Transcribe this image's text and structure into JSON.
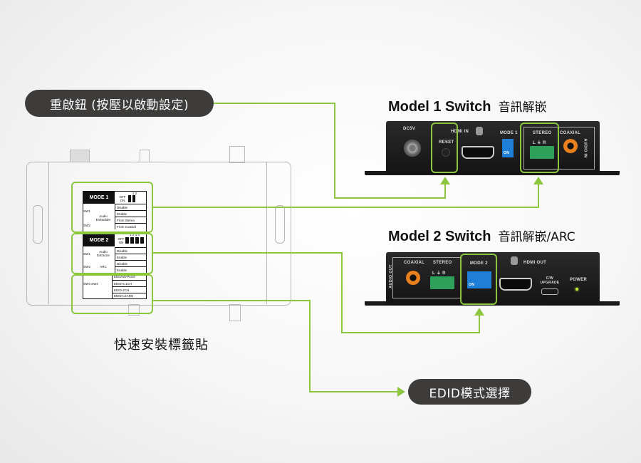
{
  "callouts": {
    "reset": "重啟鈕 (按壓以啟動設定)",
    "edid": "EDID模式選擇"
  },
  "caption": "快速安裝標籤貼",
  "model1": {
    "title": "Model 1 Switch",
    "subtitle": "音訊解嵌",
    "panel_labels": {
      "dc": "DC5V",
      "reset": "RESET",
      "hdmi_in": "HDMI IN",
      "mode": "MODE 1",
      "stereo": "STEREO",
      "stereo_pins": "L  ⏚  R",
      "coaxial": "COAXIAL",
      "audio_in": "AUDIO IN",
      "dip_on": "ON"
    }
  },
  "model2": {
    "title": "Model 2 Switch",
    "subtitle": "音訊解嵌/ARC",
    "panel_labels": {
      "audio_out": "AUDIO OUT",
      "coaxial": "COAXIAL",
      "stereo": "STEREO",
      "stereo_pins": "L  ⏚  R",
      "mode": "MODE 2",
      "hdmi_out": "HDMI OUT",
      "fw_upgrade": "F/W UPGRADE",
      "power": "POWER",
      "dip_on": "ON"
    }
  },
  "sticker": {
    "mode1": {
      "title": "MODE 1",
      "off": "OFF",
      "on": "ON",
      "switch_nums": "1 2",
      "sw1": "SW1",
      "sw2": "SW2",
      "function": "Audio Embedder",
      "options": [
        "Disable",
        "Enable",
        "From Stereo",
        "From Coaxial"
      ]
    },
    "mode2": {
      "title": "MODE 2",
      "off": "OFF",
      "on": "ON",
      "switch_nums": "1 2 3 4",
      "sw1": "SW1",
      "sw2": "SW2",
      "function1": "Audio Extractor",
      "function2": "ARC",
      "options": [
        "Disable",
        "Enable",
        "Disable",
        "Enable"
      ],
      "sw3": "SW3",
      "sw4": "SW4",
      "edid_options": [
        "EDID-BYPASS",
        "EDID-5.1CH",
        "EDID-2CH",
        "EDID-LEARN"
      ]
    }
  },
  "colors": {
    "accent_green": "#8cc63f",
    "pill_bg": "#3d3c3a",
    "panel_bg": "#1a1a1a",
    "dip_blue": "#1f7fd6",
    "terminal_green": "#2fa05a",
    "coax_orange": "#e8801e"
  }
}
